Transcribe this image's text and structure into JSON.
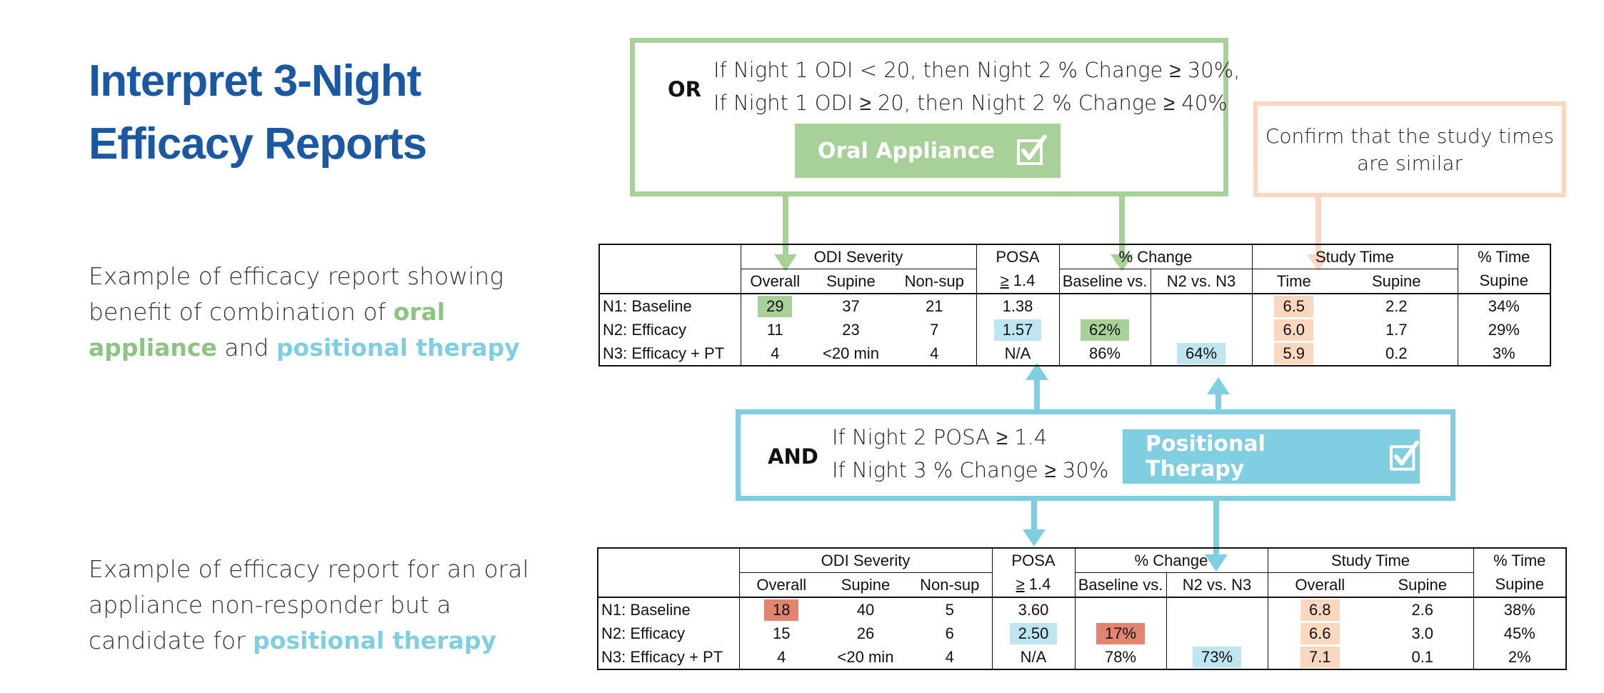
{
  "title": {
    "line1": "Interpret 3-Night",
    "line2": "Efficacy Reports"
  },
  "desc1": {
    "pre": "Example of efficacy report showing benefit of combination of ",
    "hl1": "oral appliance",
    "mid": " and ",
    "hl2": "positional therapy"
  },
  "desc2": {
    "pre": "Example of efficacy report for an oral appliance non-responder but a candidate for ",
    "hl": "positional therapy"
  },
  "or_box": {
    "word": "OR",
    "line1": "If Night 1 ODI < 20, then Night 2 % Change ≥ 30%,",
    "line2": "If Night 1 ODI ≥ 20, then Night 2 % Change ≥ 40%",
    "pill": "Oral Appliance"
  },
  "confirm_box": {
    "text": "Confirm that the study times are similar"
  },
  "and_box": {
    "word": "AND",
    "line1": "If Night 2 POSA ≥  1.4",
    "line2": "If Night 3 % Change ≥  30%",
    "pill": "Positional Therapy"
  },
  "colors": {
    "green": "#a8d199",
    "blue": "#7fcfe0",
    "peach": "#f9d8bf",
    "red": "#e38470",
    "title": "#1a58a4"
  },
  "icons": {
    "check": "checkbox-check-icon"
  },
  "table_header": {
    "odi": "ODI Severity",
    "posa": "POSA",
    "change": "% Change",
    "study": "Study Time",
    "pct_time": "% Time",
    "overall": "Overall",
    "supine": "Supine",
    "nonsup": "Non-sup",
    "posa_sub": "1.4",
    "posa_ge": "≥",
    "baseline": "Baseline vs.",
    "n2n3": "N2 vs. N3",
    "supine2": "Supine",
    "pct_supine": "Supine"
  },
  "table1": {
    "time_col": "Time",
    "rows": [
      {
        "label": "N1:  Baseline",
        "overall": "29",
        "supine": "37",
        "nonsup": "21",
        "posa": "1.38",
        "baseline": "",
        "n2n3": "",
        "time": "6.5",
        "time_supine": "2.2",
        "pct": "34%"
      },
      {
        "label": "N2:  Efficacy",
        "overall": "11",
        "supine": "23",
        "nonsup": "7",
        "posa": "1.57",
        "baseline": "62%",
        "n2n3": "",
        "time": "6.0",
        "time_supine": "1.7",
        "pct": "29%"
      },
      {
        "label": "N3:  Efficacy + PT",
        "overall": "4",
        "supine": "<20 min",
        "nonsup": "4",
        "posa": "N/A",
        "baseline": "86%",
        "n2n3": "64%",
        "time": "5.9",
        "time_supine": "0.2",
        "pct": "3%"
      }
    ]
  },
  "table2": {
    "time_col": "Overall",
    "rows": [
      {
        "label": "N1:  Baseline",
        "overall": "18",
        "supine": "40",
        "nonsup": "5",
        "posa": "3.60",
        "baseline": "",
        "n2n3": "",
        "time": "6.8",
        "time_supine": "2.6",
        "pct": "38%"
      },
      {
        "label": "N2:  Efficacy",
        "overall": "15",
        "supine": "26",
        "nonsup": "6",
        "posa": "2.50",
        "baseline": "17%",
        "n2n3": "",
        "time": "6.6",
        "time_supine": "3.0",
        "pct": "45%"
      },
      {
        "label": "N3:  Efficacy + PT",
        "overall": "4",
        "supine": "<20 min",
        "nonsup": "4",
        "posa": "N/A",
        "baseline": "78%",
        "n2n3": "73%",
        "time": "7.1",
        "time_supine": "0.1",
        "pct": "2%"
      }
    ]
  }
}
